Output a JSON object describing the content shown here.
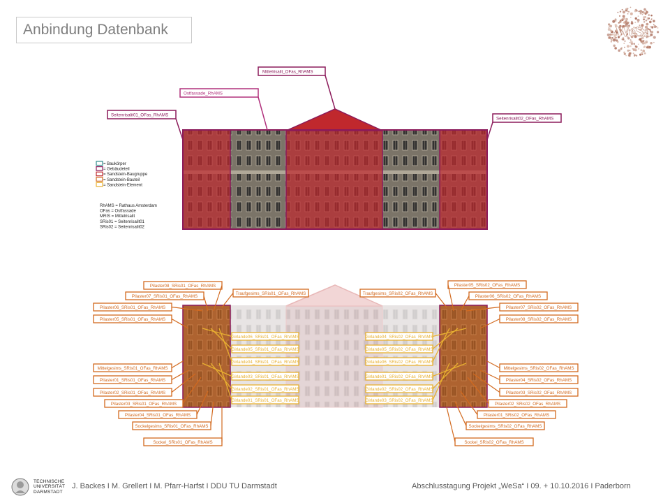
{
  "title": "Anbindung Datenbank",
  "logo_text": "WeSa",
  "top_labels": {
    "mittelrisalit": "Mittelrisalit_OFas_RhAMS",
    "ostfassade": "Ostfassade_RhAMS",
    "seitenrisalit01": "Seitenrisalit01_OFas_RhAMS",
    "seitenrisalit02": "Seitenrisalit02_OFas_RhAMS"
  },
  "legend": {
    "items": [
      {
        "label": "= Baukörper",
        "color": "#2e8b8b"
      },
      {
        "label": "= Gebäudeteil",
        "color": "#8b1a5a"
      },
      {
        "label": "= Sandstein-Baugruppe",
        "color": "#c0282d"
      },
      {
        "label": "= Sandstein-Bauteil",
        "color": "#d2691e"
      },
      {
        "label": "= Sandstein-Element",
        "color": "#e8b030"
      }
    ],
    "abbreviations": [
      "RhAMS = Rathaus Amsterdam",
      "OFas = Ostfassade",
      "MRIS = Mittelrisalit",
      "SRis01 = Seitenrisalit01",
      "SRis02 = Seitenrisalit02"
    ]
  },
  "left_labels": [
    "Pilaster08_SRis01_OFas_RhAMS",
    "Pilaster07_SRis01_OFas_RhAMS",
    "Pilaster06_SRis01_OFas_RhAMS",
    "Pilaster05_SRis01_OFas_RhAMS",
    "Mittelgesims_SRis01_OFas_RhAMS",
    "Pilaster01_SRis01_OFas_RhAMS",
    "Pilaster02_SRis01_OFas_RhAMS",
    "Pilaster03_SRis01_OFas_RhAMS",
    "Pilaster04_SRis01_OFas_RhAMS",
    "Sockelgesims_SRis01_OFas_RhAMS",
    "Sockel_SRis01_OFas_RhAMS"
  ],
  "left_traufe": "Traufgesims_SRis01_OFas_RhAMS",
  "left_girlanden": [
    "Girlande06_SRis01_OFas_RhAMS",
    "Girlande05_SRis01_OFas_RhAMS",
    "Girlande04_SRis01_OFas_RhAMS",
    "Girlande03_SRis01_OFas_RhAMS",
    "Girlande02_SRis01_OFas_RhAMS",
    "Girlande01_SRis01_OFas_RhAMS"
  ],
  "right_labels": [
    "Pilaster05_SRis02_OFas_RhAMS",
    "Pilaster06_SRis02_OFas_RhAMS",
    "Pilaster07_SRis02_OFas_RhAMS",
    "Pilaster08_SRis02_OFas_RhAMS",
    "Mittelgesims_SRis02_OFas_RhAMS",
    "Pilaster04_SRis02_OFas_RhAMS",
    "Pilaster03_SRis02_OFas_RhAMS",
    "Pilaster02_SRis02_OFas_RhAMS",
    "Pilaster01_SRis02_OFas_RhAMS",
    "Sockelgesims_SRis02_OFas_RhAMS",
    "Sockel_SRis02_OFas_RhAMS"
  ],
  "right_traufe": "Traufgesims_SRis02_OFas_RhAMS",
  "right_girlanden": [
    "Girlande04_SRis02_OFas_RhAMS",
    "Girlande05_SRis02_OFas_RhAMS",
    "Girlande06_SRis02_OFas_RhAMS",
    "Girlande01_SRis02_OFas_RhAMS",
    "Girlande02_SRis02_OFas_RhAMS",
    "Girlande03_SRis02_OFas_RhAMS"
  ],
  "footer": {
    "institution": [
      "TECHNISCHE",
      "UNIVERSITÄT",
      "DARMSTADT"
    ],
    "authors": "J. Backes I M. Grellert I M. Pfarr-Harfst I DDU TU Darmstadt",
    "event": "Abschlusstagung Projekt „WeSa“ I 09. + 10.10.2016 I Paderborn"
  },
  "colors": {
    "gebaeudeteil": "#8b1a5a",
    "baugruppe": "#c0282d",
    "bauteil": "#d2691e",
    "element": "#e8b030"
  }
}
